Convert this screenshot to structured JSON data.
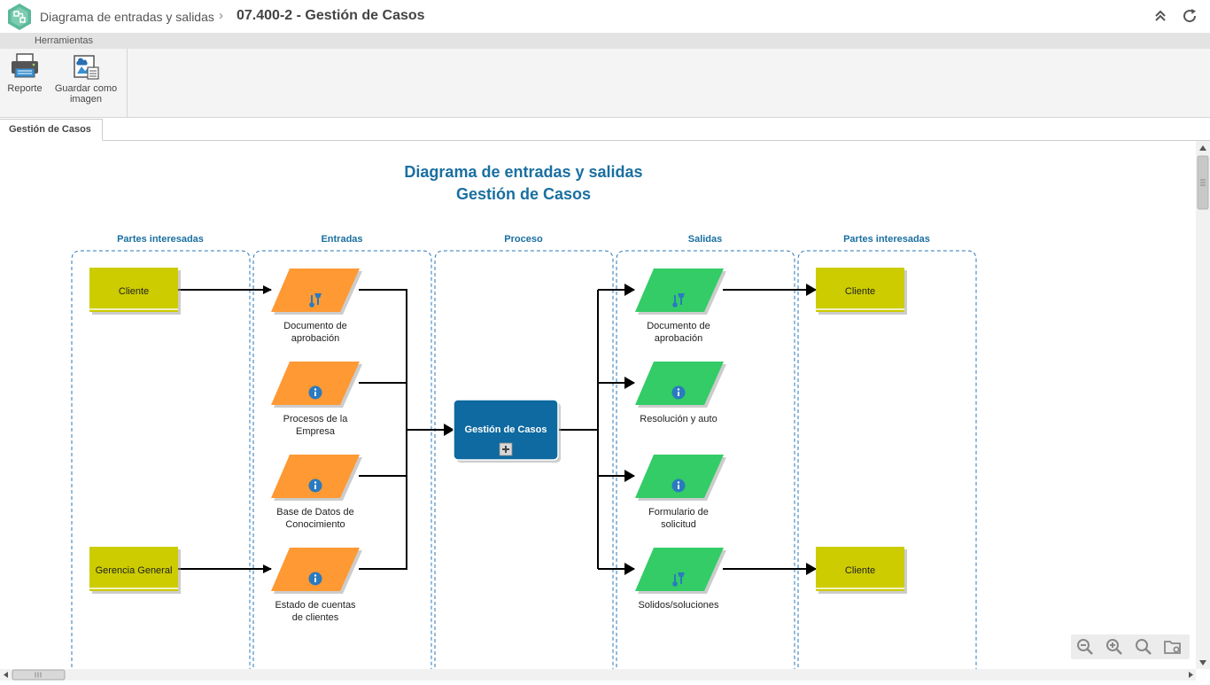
{
  "titlebar": {
    "breadcrumb_parent": "Diagrama de entradas y salidas",
    "breadcrumb_separator": "›",
    "breadcrumb_current": "07.400-2 - Gestión de Casos"
  },
  "ribbon": {
    "tab_label": "Herramientas",
    "report_label": "Reporte",
    "save_image_label_1": "Guardar como",
    "save_image_label_2": "imagen"
  },
  "document_tab": "Gestión de Casos",
  "diagram": {
    "title_line1": "Diagrama de entradas y salidas",
    "title_line2": "Gestión de Casos",
    "lanes": [
      "Partes interesadas",
      "Entradas",
      "Proceso",
      "Salidas",
      "Partes interesadas"
    ],
    "stakeholders_left": [
      "Cliente",
      "Gerencia General"
    ],
    "inputs": [
      {
        "line1": "Documento de",
        "line2": "aprobación",
        "icon": "tools-icon"
      },
      {
        "line1": "Procesos de la",
        "line2": "Empresa",
        "icon": "info-icon"
      },
      {
        "line1": "Base de Datos de",
        "line2": "Conocimiento",
        "icon": "info-icon"
      },
      {
        "line1": "Estado de cuentas",
        "line2": "de clientes",
        "icon": "info-icon"
      }
    ],
    "process": "Gestión de Casos",
    "outputs": [
      {
        "line1": "Documento de",
        "line2": "aprobación",
        "icon": "tools-icon"
      },
      {
        "line1": "Resolución y auto",
        "line2": "",
        "icon": "info-icon"
      },
      {
        "line1": "Formulario de",
        "line2": "solicitud",
        "icon": "info-icon"
      },
      {
        "line1": "Solidos/soluciones",
        "line2": "",
        "icon": "tools-icon"
      }
    ],
    "stakeholders_right": [
      "Cliente",
      "Cliente"
    ]
  },
  "colors": {
    "title": "#1a6fa0",
    "lane_border": "#2a77b8",
    "stakeholder": "#cccc00",
    "input": "#ff9933",
    "output": "#33cc66",
    "process": "#0e6aa0",
    "icon_blue": "#2a7ac0"
  }
}
